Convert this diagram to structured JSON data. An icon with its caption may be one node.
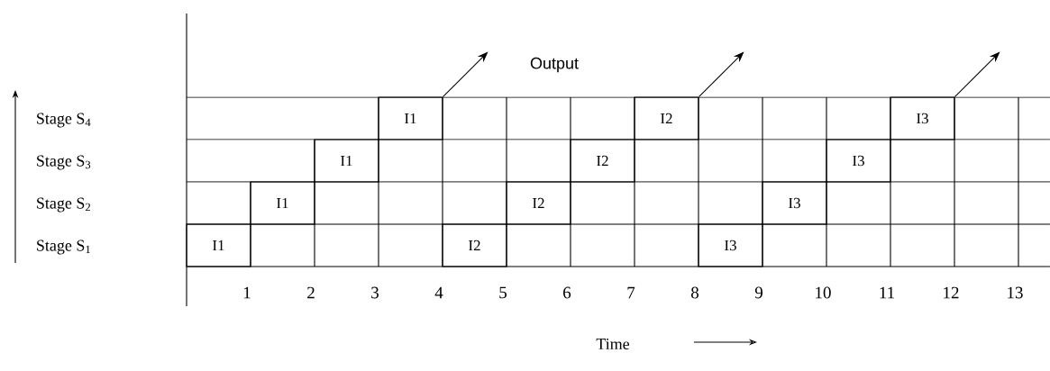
{
  "diagram": {
    "nodes": [
      {
        "text": [
          "I1"
        ]
      },
      {
        "text": [
          "I2"
        ]
      },
      {
        "text": [
          "I3"
        ]
      },
      {
        "text": [
          "I1"
        ]
      },
      {
        "text": [
          "I2"
        ]
      },
      {
        "text": [
          "I3"
        ]
      },
      {
        "text": [
          "I1"
        ]
      },
      {
        "text": [
          "I2"
        ]
      },
      {
        "text": [
          "I3"
        ]
      },
      {
        "text": [
          "I1"
        ]
      },
      {
        "text": [
          "I2"
        ]
      },
      {
        "text": [
          "I3"
        ]
      }
    ],
    "edges": [
      {
        "from": 0,
        "to": null,
        "arrow": "to"
      },
      {
        "from": 1,
        "to": null,
        "arrow": "to"
      },
      {
        "from": 2,
        "to": null,
        "arrow": "to"
      }
    ],
    "labels": [
      "Output",
      "Stage S$_{4}$",
      "Stage S$_{3}$",
      "Stage S$_{2}$",
      "Stage S$_{1}$",
      "1",
      "2",
      "3",
      "4",
      "5",
      "6",
      "7",
      "8",
      "9",
      "10",
      "11",
      "12",
      "13",
      "Time"
    ]
  }
}
